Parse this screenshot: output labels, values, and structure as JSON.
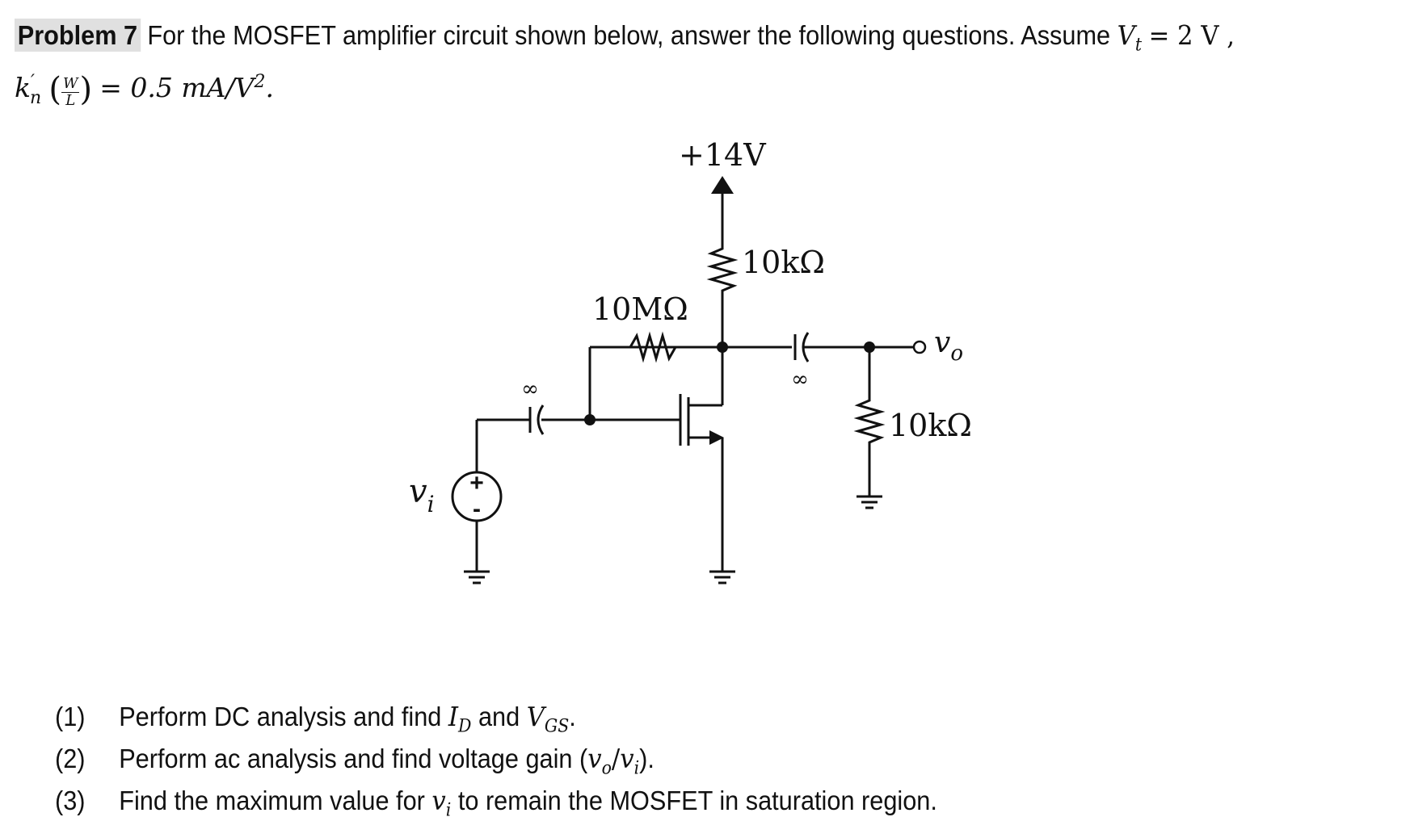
{
  "header": {
    "label": "Problem 7",
    "statement": "For the MOSFET amplifier circuit shown below, answer the following questions. Assume",
    "vt": "V",
    "vt_sub": "t",
    "vt_value": "= 2 V ,",
    "kn": "k",
    "kn_prime": "′",
    "kn_sub": "n",
    "w": "W",
    "l": "L",
    "kn_value": "= 0.5 mA/V",
    "kn_exp": "2",
    "kn_end": "."
  },
  "circuit": {
    "supply": "+14V",
    "rd": "10kΩ",
    "rg": "10MΩ",
    "rl": "10kΩ",
    "cin": "∞",
    "cout": "∞",
    "vo": "v",
    "vo_sub": "o",
    "vi": "v",
    "vi_sub": "i",
    "src_plus": "+",
    "src_minus": "-"
  },
  "questions": [
    {
      "num": "(1)",
      "text_a": "Perform DC analysis and find ",
      "sym1": "I",
      "sym1_sub": "D",
      "text_b": " and ",
      "sym2": "V",
      "sym2_sub": "GS",
      "text_c": "."
    },
    {
      "num": "(2)",
      "text_a": "Perform ac analysis and find voltage gain (",
      "sym1": "v",
      "sym1_sub": "o",
      "text_b": "/",
      "sym2": "v",
      "sym2_sub": "i",
      "text_c": ")."
    },
    {
      "num": "(3)",
      "text_a": "Find the maximum value for ",
      "sym1": "v",
      "sym1_sub": "i",
      "text_b": " to remain the MOSFET in saturation region."
    }
  ]
}
